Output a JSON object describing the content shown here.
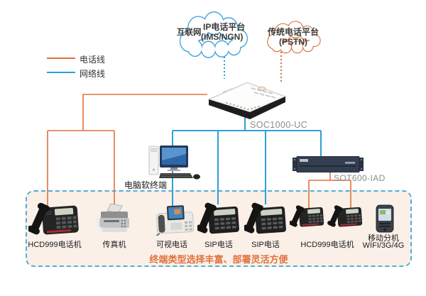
{
  "legend": {
    "phone_line_label": "电话线",
    "network_line_label": "网络线"
  },
  "clouds": {
    "ip_platform": {
      "side_label": "互联网",
      "title": "IP电话平台",
      "subtitle": "(IMS/NGN)"
    },
    "pstn": {
      "title": "传统电话平台",
      "subtitle": "(PSTN)"
    }
  },
  "devices": {
    "soc1000": {
      "label": "SOC1000-UC",
      "icon": "gateway-box-icon"
    },
    "sot600": {
      "label": "SOT600-IAD",
      "icon": "rack-unit-icon"
    },
    "softphone": {
      "label": "电脑软终端",
      "icon": "desktop-computer-icon"
    }
  },
  "terminals": [
    {
      "label": "HCD999电话机",
      "icon": "desk-phone-icon",
      "line": "phone"
    },
    {
      "label": "传真机",
      "icon": "fax-machine-icon",
      "line": "phone"
    },
    {
      "label": "可视电话",
      "icon": "video-phone-icon",
      "line": "network"
    },
    {
      "label": "SIP电话",
      "icon": "sip-phone-icon",
      "line": "network"
    },
    {
      "label": "SIP电话",
      "icon": "sip-phone-icon",
      "line": "network"
    },
    {
      "label": "HCD999电话机",
      "icon": "desk-phone-pair-icon",
      "line": "phone"
    },
    {
      "label": "移动分机",
      "label2": "WIFI/3G/4G",
      "icon": "mobile-phone-icon",
      "line": "wireless"
    }
  ],
  "footer": {
    "tagline": "终端类型选择丰富、部署灵活方便"
  },
  "colors": {
    "phone_line": "#e0713c",
    "network_line": "#2f9fd8",
    "cloud_pstn": "#dd6b35",
    "box_fill": "#fbf0e8",
    "box_border": "#53acd9",
    "label_gray": "#8c8c8c",
    "text_dark": "#1a1a1a"
  }
}
